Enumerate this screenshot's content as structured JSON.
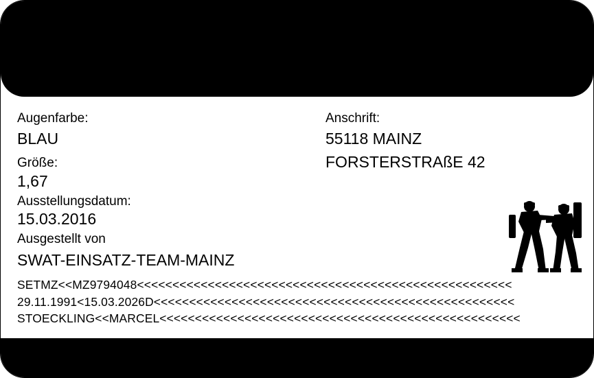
{
  "fields": {
    "eye_color_label": "Augenfarbe:",
    "eye_color_value": "BLAU",
    "height_label": "Größe:",
    "height_value": "1,67",
    "issue_date_label": "Ausstellungsdatum:",
    "issue_date_value": "15.03.2016",
    "issued_by_label": "Ausgestellt von",
    "issued_by_value": "SWAT-EINSATZ-TEAM-MAINZ",
    "address_label": "Anschrift:",
    "address_line1": "55118 MAINZ",
    "address_line2": "FORSTERSTRAßE 42"
  },
  "mrz": {
    "line1": "SETMZ<<MZ9794048<<<<<<<<<<<<<<<<<<<<<<<<<<<<<<<<<<<<<<<<<<<<<<<<<<<<<",
    "line2": "29.11.1991<15.03.2026D<<<<<<<<<<<<<<<<<<<<<<<<<<<<<<<<<<<<<<<<<<<<<<<<<<<",
    "line3": "STOECKLING<<MARCEL<<<<<<<<<<<<<<<<<<<<<<<<<<<<<<<<<<<<<<<<<<<<<<<<<<<"
  },
  "emblem": {
    "icon": "swat-team-icon"
  },
  "colors": {
    "band": "#000000",
    "background": "#ffffff",
    "text": "#000000"
  }
}
